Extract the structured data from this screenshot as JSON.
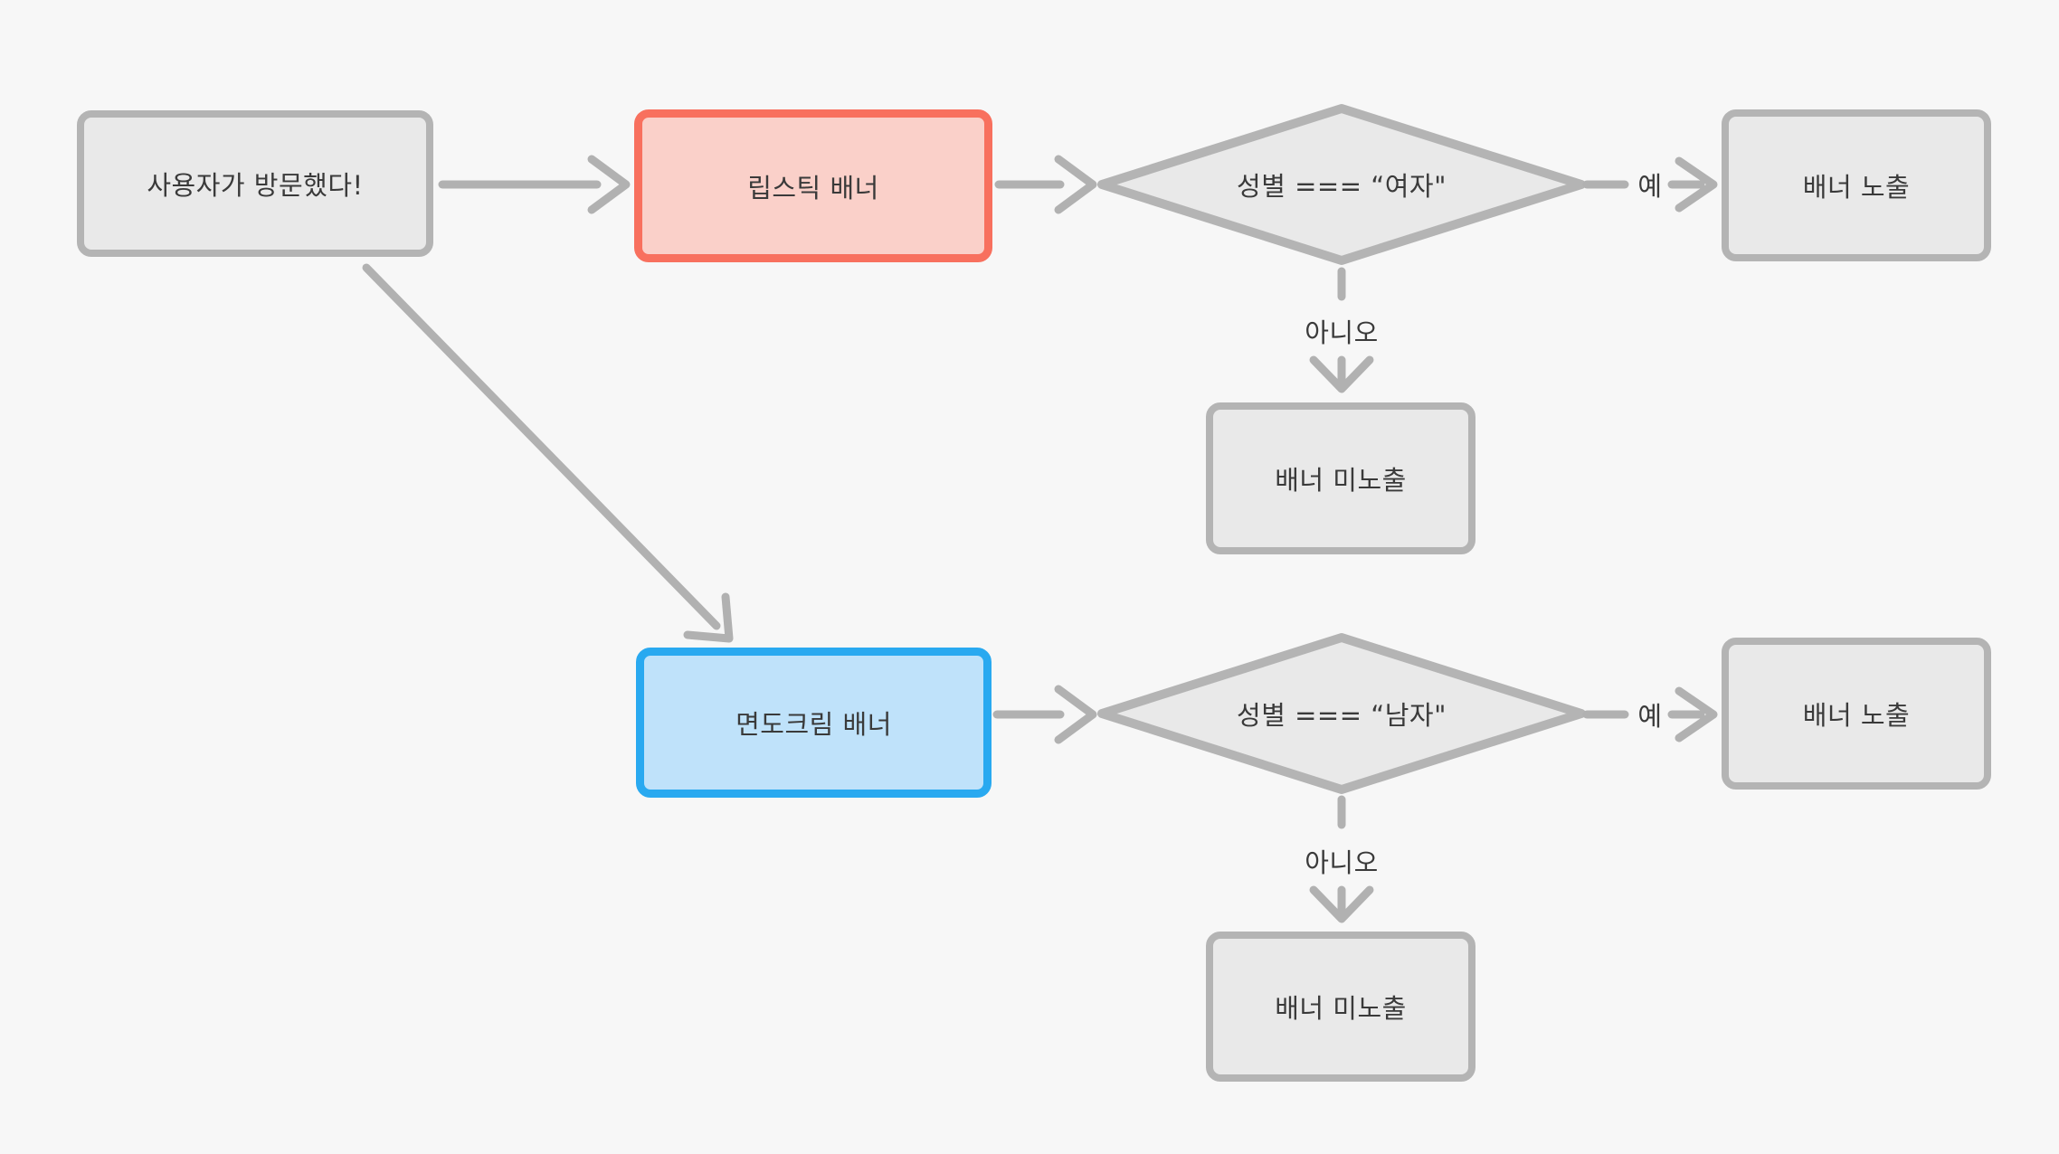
{
  "diagram": {
    "kind": "flowchart",
    "colors": {
      "background": "#F7F7F7",
      "node_fill": "#E9E9E9",
      "node_border": "#B4B4B4",
      "connector": "#B1B1B1",
      "lipstick_fill": "#FAD0C9",
      "lipstick_border": "#F8705E",
      "shaving_fill": "#BFE2FA",
      "shaving_border": "#29A9F0",
      "text": "#3A3A3A"
    },
    "nodes": {
      "start": "사용자가 방문했다!",
      "lipstick_banner": "립스틱 배너",
      "female_check": "성별 === “여자\"",
      "female_yes_result": "배너 노출",
      "female_no_result": "배너 미노출",
      "shaving_banner": "면도크림 배너",
      "male_check": "성별 === “남자\"",
      "male_yes_result": "배너 노출",
      "male_no_result": "배너 미노출"
    },
    "edge_labels": {
      "female_yes": "예",
      "female_no": "아니오",
      "male_yes": "예",
      "male_no": "아니오"
    }
  }
}
